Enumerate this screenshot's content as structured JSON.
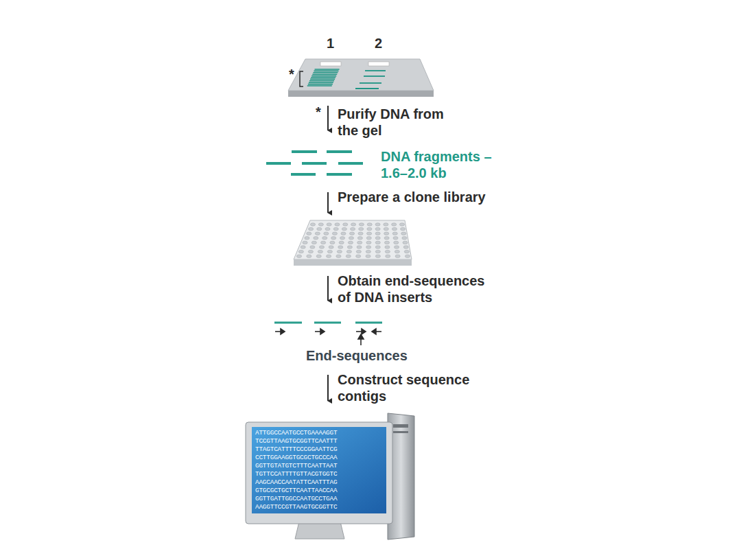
{
  "diagram": {
    "labels": [
      "1",
      "2",
      "*",
      "*",
      "Purify DNA from the gel",
      "DNA fragments – 1.6–2.0 kb",
      "Prepare a clone library",
      "Obtain end-sequences of DNA inserts",
      "End-sequences",
      "Construct sequence contigs",
      "ATTGGCCAATGCCTGAAAAGGT",
      "TCCGTTAAGTGCGGTTCAATTT",
      "TTAGTCATTTTCCCGGAATTCG",
      "CCTTGGAAGGTGCGCTGCCCAA",
      "GGTTGTATGTCTTTCAATTAAT",
      "TGTTCCATTTTGTTACGTGGTC",
      "AAGCAACCAATATTCAATTTAG",
      "GTGCGCTGCTTCAATTAACCAA",
      "GGTTGATTGGCCAATGCCTGAA",
      "AAGGTTCCGTTAAGTGCGGTTC"
    ]
  }
}
